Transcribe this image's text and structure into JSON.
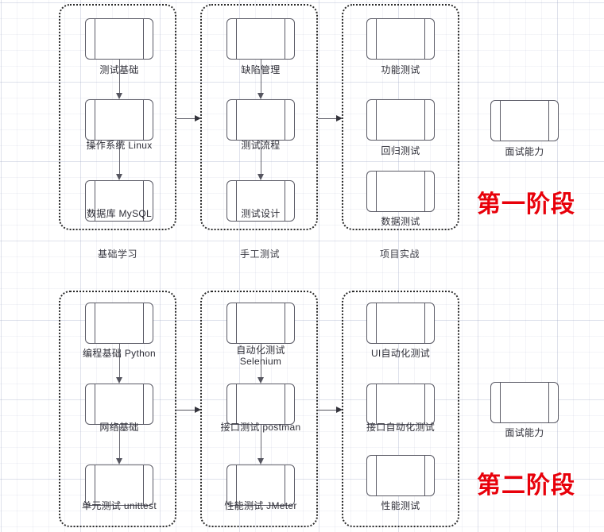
{
  "diagram": {
    "title": "软件测试学习路线图",
    "type": "flowchart",
    "accent_red": "#e8000a",
    "node_border": "#5b5b66",
    "group_border": "#2a2a2a",
    "label_color": "#2f2f38"
  },
  "stages": [
    {
      "caption": "第一阶段",
      "groups": [
        {
          "label": "基础学习",
          "nodes": [
            {
              "label": "测试基础"
            },
            {
              "label": "操作系统 Linux"
            },
            {
              "label": "数据库 MySQL"
            }
          ]
        },
        {
          "label": "手工测试",
          "nodes": [
            {
              "label": "缺陷管理"
            },
            {
              "label": "测试流程"
            },
            {
              "label": "测试设计"
            }
          ]
        },
        {
          "label": "项目实战",
          "nodes": [
            {
              "label": "功能测试"
            },
            {
              "label": "回归测试"
            },
            {
              "label": "数据测试"
            }
          ]
        }
      ],
      "outcome": {
        "label": "面试能力"
      }
    },
    {
      "caption": "第二阶段",
      "groups": [
        {
          "label": "",
          "nodes": [
            {
              "label": "编程基础 Python"
            },
            {
              "label": "网络基础"
            },
            {
              "label": "单元测试 unittest"
            }
          ]
        },
        {
          "label": "",
          "nodes": [
            {
              "label": "自动化测试\nSelenium"
            },
            {
              "label": "接口测试 postman"
            },
            {
              "label": "性能测试 JMeter"
            }
          ]
        },
        {
          "label": "",
          "nodes": [
            {
              "label": "UI自动化测试"
            },
            {
              "label": "接口自动化测试"
            },
            {
              "label": "性能测试"
            }
          ]
        }
      ],
      "outcome": {
        "label": "面试能力"
      }
    }
  ]
}
